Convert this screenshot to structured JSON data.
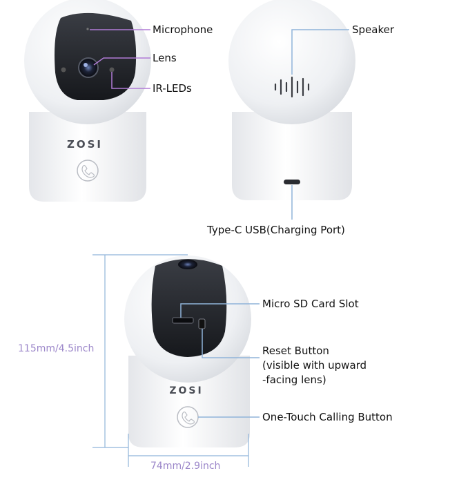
{
  "brand": "ZOSI",
  "front": {
    "microphone": "Microphone",
    "lens": "Lens",
    "ir_leds": "IR-LEDs"
  },
  "back": {
    "speaker": "Speaker",
    "usb": "Type-C USB(Charging Port)"
  },
  "bottom": {
    "sd_slot": "Micro SD Card Slot",
    "reset_line1": "Reset Button",
    "reset_line2": "(visible with upward",
    "reset_line3": "-facing lens)",
    "call_button": "One-Touch Calling Button",
    "height_dim": "115mm/4.5inch",
    "width_dim": "74mm/2.9inch"
  },
  "colors": {
    "callout_line": "#b07bd6",
    "body": "#f1f2f5",
    "dim_text": "#9b86c9",
    "dim_line": "#8fb3d9"
  }
}
